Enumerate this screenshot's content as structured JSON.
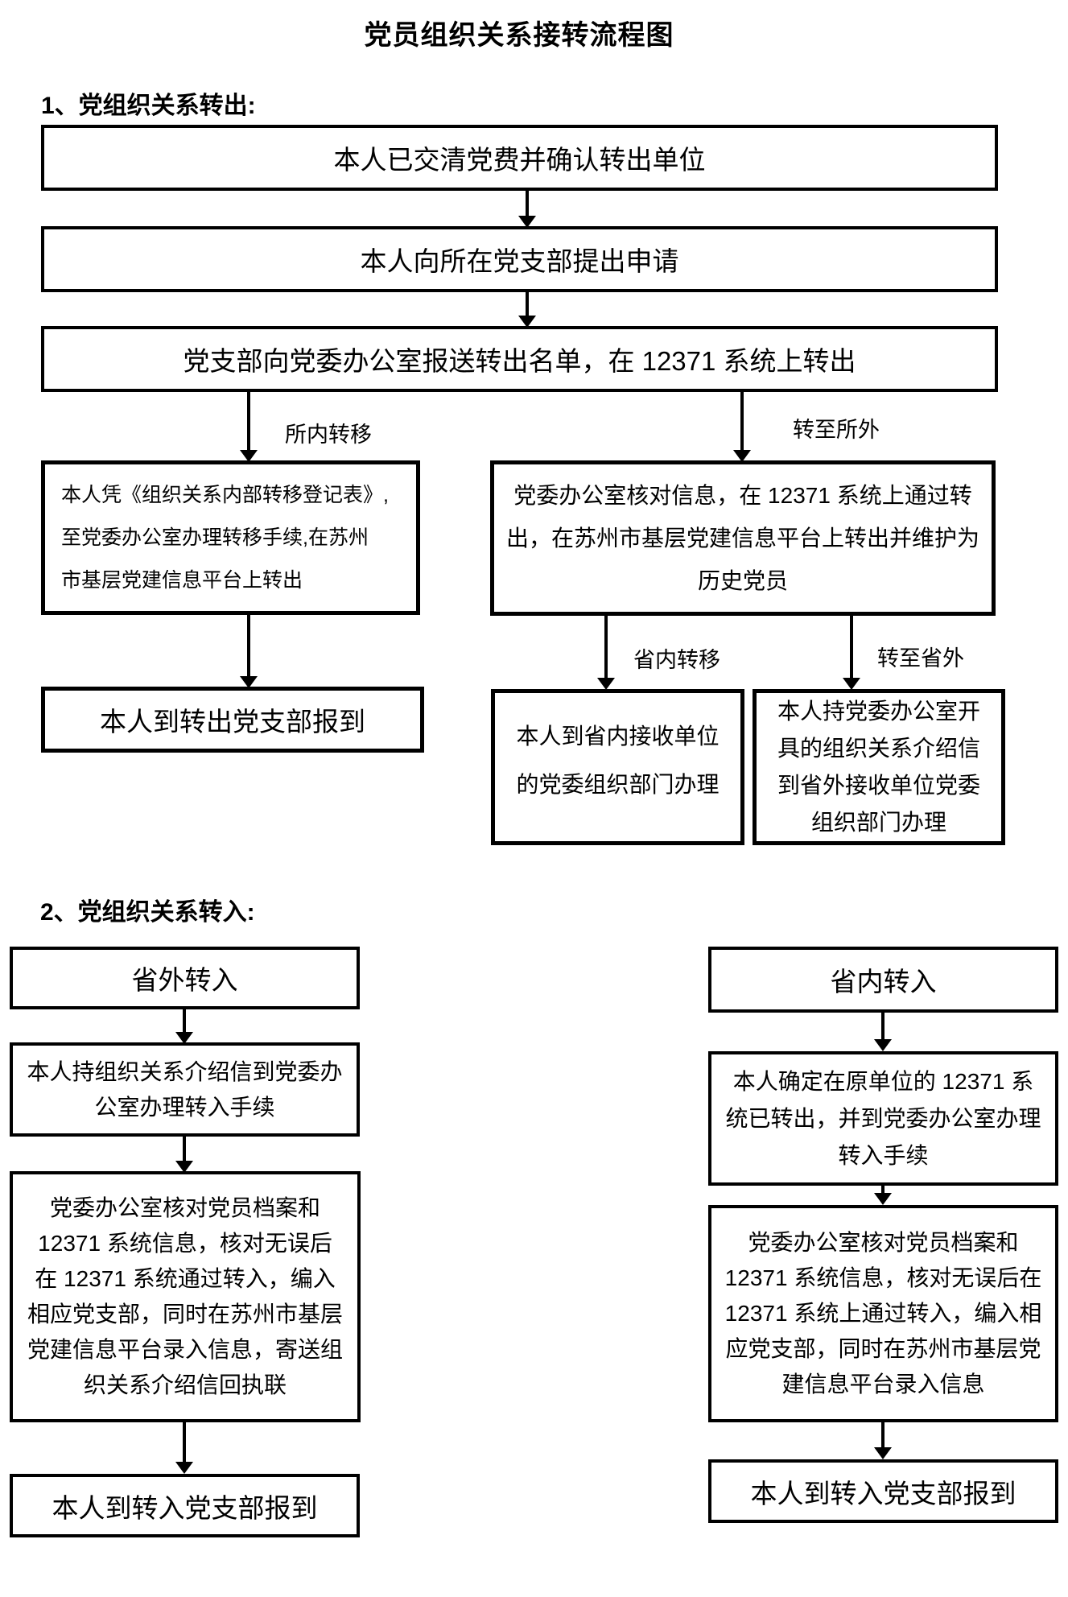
{
  "title": "党员组织关系接转流程图",
  "colors": {
    "ink": "#000000",
    "background": "#ffffff"
  },
  "section1": {
    "heading": "1、党组织关系转出:",
    "step_paid": "本人已交清党费并确认转出单位",
    "step_apply": "本人向所在党支部提出申请",
    "step_report": "党支部向党委办公室报送转出名单，在 12371 系统上转出",
    "branch_internal_label": "所内转移",
    "branch_external_label": "转至所外",
    "internal_box_lines": [
      "本人凭《组织关系内部转移登记表》,",
      "至党委办公室办理转移手续,在苏州",
      "市基层党建信息平台上转出"
    ],
    "internal_report_box": "本人到转出党支部报到",
    "external_box_lines": [
      "党委办公室核对信息，在 12371 系统上通过转",
      "出，在苏州市基层党建信息平台上转出并维护为",
      "历史党员"
    ],
    "branch_in_province_label": "省内转移",
    "branch_out_province_label": "转至省外",
    "in_province_box_lines": [
      "本人到省内接收单位",
      "的党委组织部门办理"
    ],
    "out_province_box_lines": [
      "本人持党委办公室开",
      "具的组织关系介绍信",
      "到省外接收单位党委",
      "组织部门办理"
    ]
  },
  "section2": {
    "heading": "2、党组织关系转入:",
    "out_province": {
      "title": "省外转入",
      "step1_lines": [
        "本人持组织关系介绍信到党委办",
        "公室办理转入手续"
      ],
      "step2_lines": [
        "党委办公室核对党员档案和",
        "12371 系统信息，核对无误后",
        "在 12371 系统通过转入，编入",
        "相应党支部，同时在苏州市基层",
        "党建信息平台录入信息，寄送组",
        "织关系介绍信回执联"
      ],
      "step3": "本人到转入党支部报到"
    },
    "in_province": {
      "title": "省内转入",
      "step1_lines": [
        "本人确定在原单位的 12371 系",
        "统已转出，并到党委办公室办理",
        "转入手续"
      ],
      "step2_lines": [
        "党委办公室核对党员档案和",
        "12371 系统信息，核对无误后在",
        "12371 系统上通过转入，编入相",
        "应党支部，同时在苏州市基层党",
        "建信息平台录入信息"
      ],
      "step3": "本人到转入党支部报到"
    }
  }
}
